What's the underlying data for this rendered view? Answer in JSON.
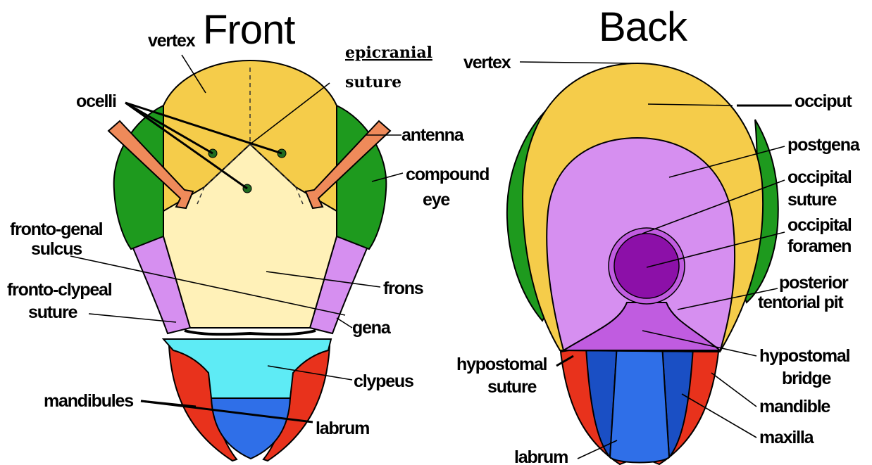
{
  "front": {
    "title": "Front",
    "labels": {
      "vertex": "vertex",
      "epicranial_1": "epicranial",
      "epicranial_2": "suture",
      "ocelli": "ocelli",
      "antenna": "antenna",
      "compound_1": "compound",
      "compound_2": "eye",
      "frontogenal_1": "fronto-genal",
      "frontogenal_2": "sulcus",
      "frons": "frons",
      "frontoclypeal_1": "fronto-clypeal",
      "frontoclypeal_2": "suture",
      "gena": "gena",
      "clypeus": "clypeus",
      "mandibules": "mandibules",
      "labrum": "labrum"
    }
  },
  "back": {
    "title": "Back",
    "labels": {
      "vertex": "vertex",
      "occiput": "occiput",
      "postgena": "postgena",
      "occipital_suture_1": "occipital",
      "occipital_suture_2": "suture",
      "occipital_foramen_1": "occipital",
      "occipital_foramen_2": "foramen",
      "posterior_1": "posterior",
      "posterior_2": "tentorial pit",
      "hypostomal_suture_1": "hypostomal",
      "hypostomal_suture_2": "suture",
      "hypostomal_bridge_1": "hypostomal",
      "hypostomal_bridge_2": "bridge",
      "mandible": "mandible",
      "maxilla": "maxilla",
      "labrum": "labrum"
    }
  },
  "colors": {
    "vertex_yellow": "#f5cc4a",
    "frons_cream": "#fff1b8",
    "compound_eye_green": "#1e9a1e",
    "gena_lilac": "#d68ff0",
    "clypeus_cyan": "#5eebf5",
    "labrum_blue": "#2f6fe8",
    "mandible_red": "#e8321c",
    "antenna_orange": "#ef8a5a",
    "foramen_purple": "#8c10a8",
    "bridge_purple": "#c05ce0",
    "maxilla_dark_blue": "#1a4fc4"
  }
}
